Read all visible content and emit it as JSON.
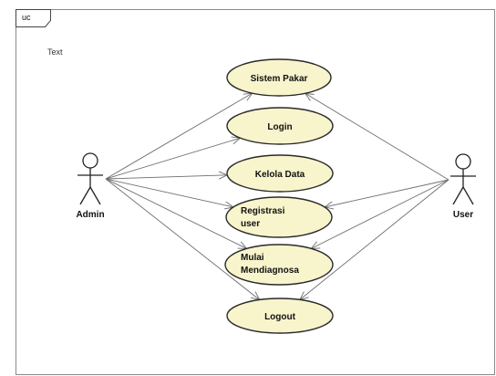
{
  "diagram": {
    "frame_label": "uc",
    "note_text": "Text",
    "usecase_fill": "#f8f4cc",
    "actors": [
      {
        "id": "admin",
        "label": "Admin"
      },
      {
        "id": "user",
        "label": "User"
      }
    ],
    "usecases": [
      {
        "id": "sistem-pakar",
        "lines": [
          "Sistem Pakar"
        ]
      },
      {
        "id": "login",
        "lines": [
          "Login"
        ]
      },
      {
        "id": "kelola-data",
        "lines": [
          "Kelola Data"
        ]
      },
      {
        "id": "registrasi-user",
        "lines": [
          "Registrasi",
          "user"
        ]
      },
      {
        "id": "mulai-mendiagnosa",
        "lines": [
          "Mulai",
          "Mendiagnosa"
        ]
      },
      {
        "id": "logout",
        "lines": [
          "Logout"
        ]
      }
    ],
    "associations": [
      {
        "from": "admin",
        "to": "sistem-pakar"
      },
      {
        "from": "admin",
        "to": "login"
      },
      {
        "from": "admin",
        "to": "kelola-data"
      },
      {
        "from": "admin",
        "to": "registrasi-user"
      },
      {
        "from": "admin",
        "to": "mulai-mendiagnosa"
      },
      {
        "from": "admin",
        "to": "logout"
      },
      {
        "from": "user",
        "to": "sistem-pakar"
      },
      {
        "from": "user",
        "to": "registrasi-user"
      },
      {
        "from": "user",
        "to": "mulai-mendiagnosa"
      },
      {
        "from": "user",
        "to": "logout"
      }
    ]
  }
}
